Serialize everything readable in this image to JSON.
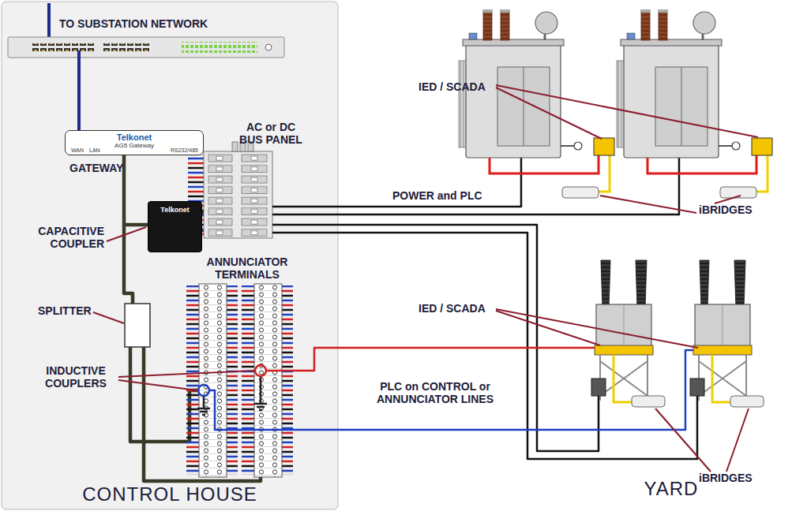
{
  "diagram": {
    "nodes": [
      {
        "text": [
          "CONTROL HOUSE"
        ]
      },
      {
        "text": [
          "Telkonet",
          "AG5 Gateway",
          "WAN",
          "LAN",
          "RS232/485"
        ],
        "in": 0
      },
      {
        "text": [
          "Telkonet"
        ],
        "in": 0
      }
    ],
    "edges": [
      {
        "from": 1,
        "to": 2,
        "arrow": "none"
      }
    ],
    "labels": [
      "TO SUBSTATION NETWORK",
      "GATEWAY",
      "AC or DC BUS PANEL",
      "CAPACITIVE COUPLER",
      "ANNUNCIATOR TERMINALS",
      "SPLITTER",
      "INDUCTIVE COUPLERS",
      "IED / SCADA",
      "POWER and PLC",
      "iBRIDGES",
      "IED / SCADA",
      "PLC on CONTROL or ANNUNCIATOR LINES",
      "iBRIDGES",
      "YARD"
    ]
  }
}
